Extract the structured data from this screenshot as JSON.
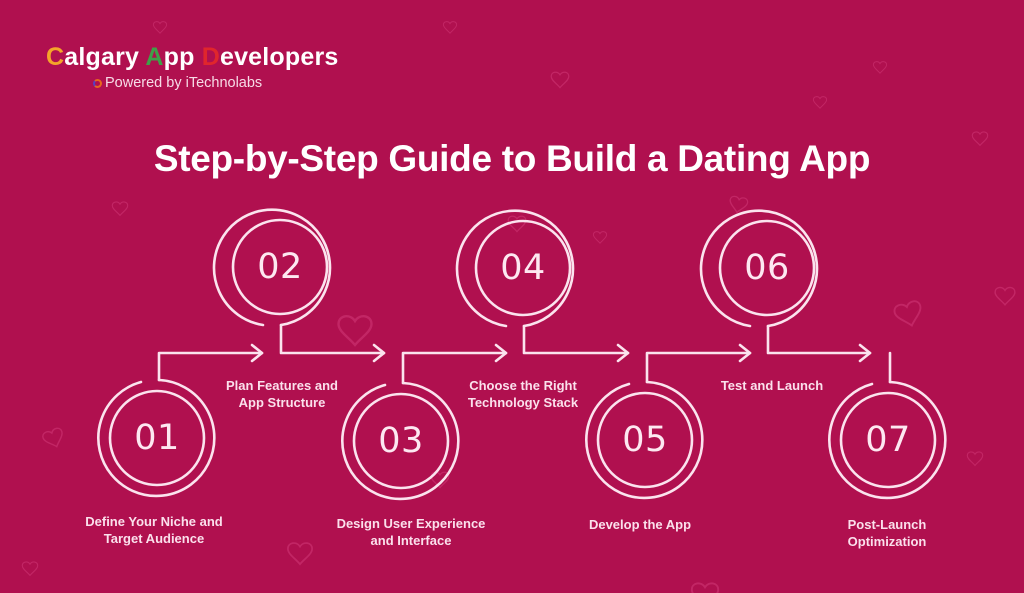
{
  "logo": {
    "title_parts": [
      {
        "text": "C",
        "accent": true
      },
      {
        "text": "algary ",
        "accent": false
      },
      {
        "text": "A",
        "accent": true
      },
      {
        "text": "pp ",
        "accent": false
      },
      {
        "text": "D",
        "accent": true
      },
      {
        "text": "evelopers",
        "accent": false
      }
    ],
    "title": "Calgary App Developers",
    "subtitle": "Powered by iTechnolabs"
  },
  "page": {
    "title": "Step-by-Step Guide to Build a Dating App"
  },
  "colors": {
    "background": "#b0104f",
    "line": "#fbe3ee",
    "heart": "#d83a7a",
    "logo_c": "#f4a52a",
    "logo_a": "#3fa048",
    "logo_d": "#e0262c"
  },
  "steps": [
    {
      "number": "01",
      "label_line1": "Define Your Niche and",
      "label_line2": "Target Audience",
      "position": "bottom"
    },
    {
      "number": "02",
      "label_line1": "Plan Features and",
      "label_line2": "App Structure",
      "position": "top"
    },
    {
      "number": "03",
      "label_line1": "Design User Experience",
      "label_line2": "and Interface",
      "position": "bottom"
    },
    {
      "number": "04",
      "label_line1": "Choose the Right",
      "label_line2": "Technology Stack",
      "position": "top"
    },
    {
      "number": "05",
      "label_line1": "Develop the App",
      "label_line2": "",
      "position": "bottom"
    },
    {
      "number": "06",
      "label_line1": "Test and Launch",
      "label_line2": "",
      "position": "top"
    },
    {
      "number": "07",
      "label_line1": "Post-Launch",
      "label_line2": "Optimization",
      "position": "bottom"
    }
  ],
  "icons": {
    "connector": "arrow-right-icon",
    "background_pattern": "heart-icon"
  }
}
